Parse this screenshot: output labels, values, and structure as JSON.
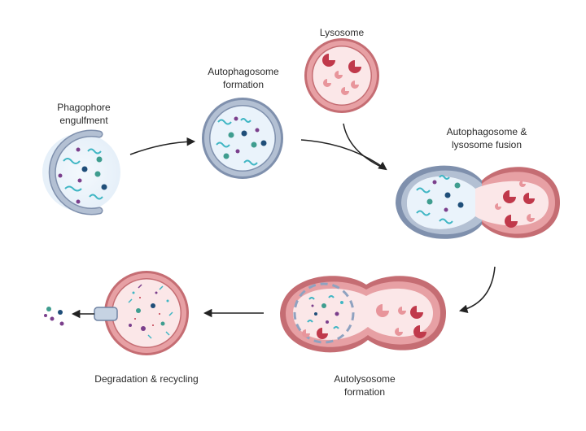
{
  "stages": {
    "phagophore": {
      "line1": "Phagophore",
      "line2": "engulfment"
    },
    "autophagosome": {
      "line1": "Autophagosome",
      "line2": "formation"
    },
    "lysosome": {
      "line1": "Lysosome"
    },
    "fusion": {
      "line1": "Autophagosome &",
      "line2": "lysosome fusion"
    },
    "autolysosome": {
      "line1": "Autolysosome",
      "line2": "formation"
    },
    "degradation": {
      "line1": "Degradation & recycling"
    }
  },
  "colors": {
    "membrane_blue": "#a7b4c9",
    "membrane_blue_edge": "#7f90ad",
    "lumen_blue": "#eaf3fb",
    "membrane_red": "#e7a0a4",
    "membrane_red_edge": "#c56d73",
    "lumen_red": "#fbe7e8",
    "cargo_teal": "#3fb6c4",
    "cargo_green": "#3f9d8f",
    "cargo_navy": "#1f4e79",
    "cargo_purple": "#7b3f8c",
    "enzyme_dark": "#c0394b",
    "enzyme_light": "#e8959b",
    "arrow": "#222222"
  }
}
